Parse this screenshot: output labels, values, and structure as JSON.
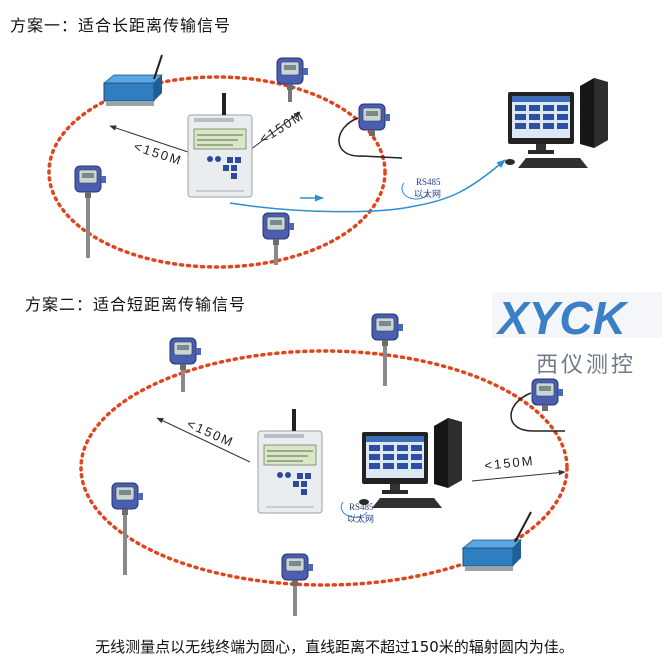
{
  "scheme1": {
    "title": "方案一：适合长距离传输信号"
  },
  "scheme2": {
    "title": "方案二：适合短距离传输信号"
  },
  "distance_label": "<150M",
  "rs485_label": "RS485",
  "ethernet_label": "以太网",
  "logo": {
    "text": "XYCK",
    "subtitle": "西仪测控"
  },
  "caption": "无线测量点以无线终端为圆心，直线距离不超过150米的辐射圆内为佳。",
  "colors": {
    "ellipse": "#e0461e",
    "link": "#2c8fd1",
    "logo_blue": "#3b7fc4"
  }
}
